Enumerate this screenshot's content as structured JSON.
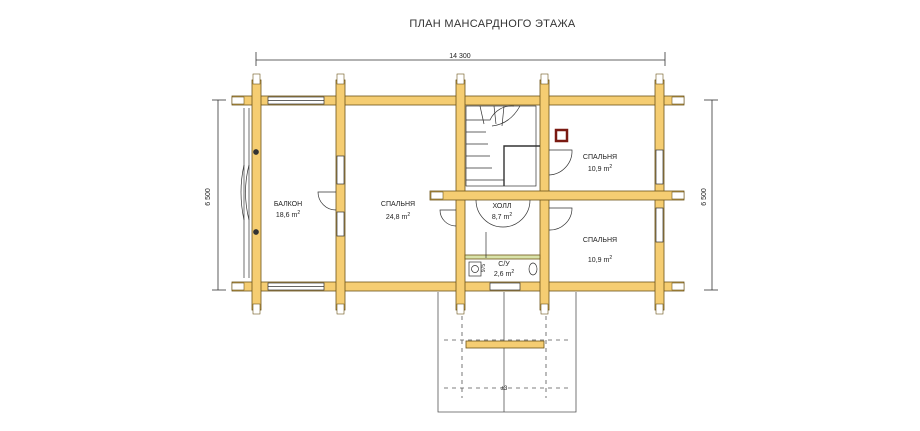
{
  "plan": {
    "title": "ПЛАН МАНСАРДНОГО ЭТАЖА",
    "dim_width": "14 300",
    "dim_height_left": "6 500",
    "dim_height_right": "6 500",
    "stair_mark": "±3",
    "colors": {
      "wall": "#f5cd72",
      "wall_outline": "#6d5418",
      "line": "#333333",
      "chimney": "#7a1a12",
      "green_accent": "#8fb04a"
    },
    "rooms": {
      "balcony": {
        "name": "БАЛКОН",
        "area": "18,6 m",
        "unit_sup": "2"
      },
      "bedroom_main": {
        "name": "СПАЛЬНЯ",
        "area": "24,8 m",
        "unit_sup": "2"
      },
      "hall": {
        "name": "ХОЛЛ",
        "area": "8,7 m",
        "unit_sup": "2"
      },
      "bathroom": {
        "name": "С/У",
        "area": "2,6 m",
        "unit_sup": "2"
      },
      "bedroom_ne": {
        "name": "СПАЛЬНЯ",
        "area": "10,9 m",
        "unit_sup": "2"
      },
      "bedroom_se": {
        "name": "СПАЛЬНЯ",
        "area": "10,9 m",
        "unit_sup": "2"
      }
    },
    "bath_dim": "975"
  }
}
